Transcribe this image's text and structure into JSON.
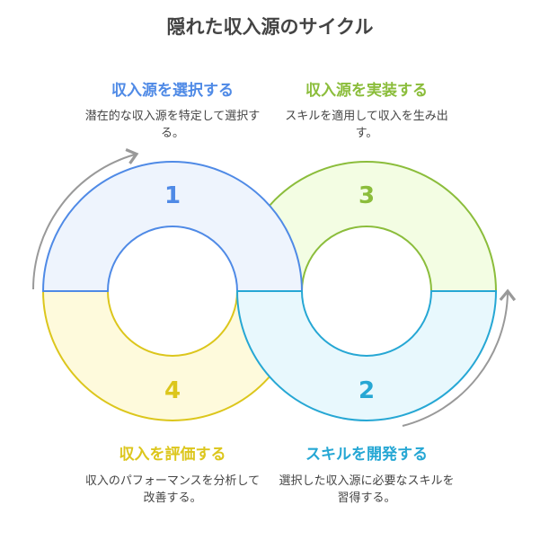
{
  "title": "隠れた収入源のサイクル",
  "steps": [
    {
      "number": "1",
      "heading": "収入源を選択する",
      "description": "潜在的な収入源を特定して選択する。",
      "color": "#4f8ae6",
      "fill": "#eef4fd"
    },
    {
      "number": "2",
      "heading": "スキルを開発する",
      "description": "選択した収入源に必要なスキルを習得する。",
      "color": "#26a7d4",
      "fill": "#e8f8fd"
    },
    {
      "number": "3",
      "heading": "収入源を実装する",
      "description": "スキルを適用して収入を生み出す。",
      "color": "#8bbd3b",
      "fill": "#f3fde3"
    },
    {
      "number": "4",
      "heading": "収入を評価する",
      "description": "収入のパフォーマンスを分析して改善する。",
      "color": "#dcc61c",
      "fill": "#fefadc"
    }
  ]
}
